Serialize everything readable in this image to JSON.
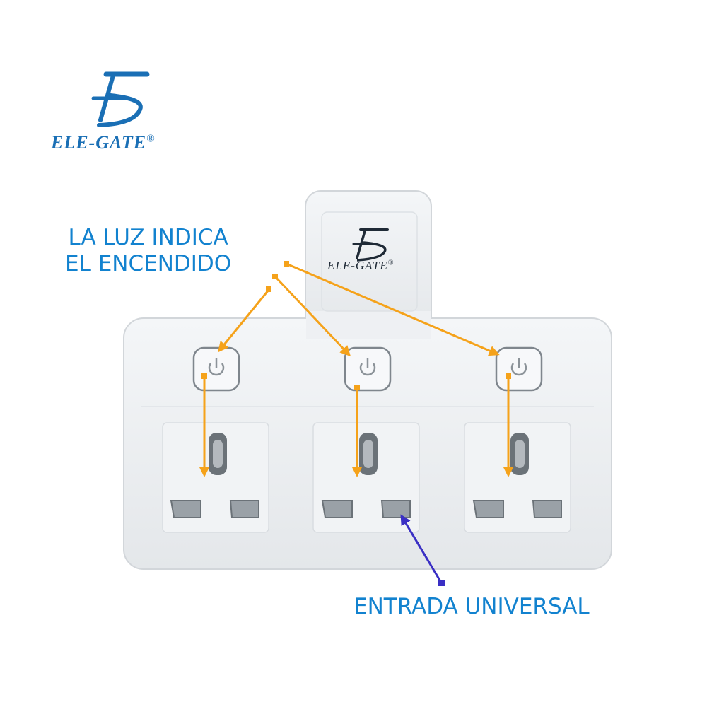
{
  "brand": {
    "name": "ELE-GATE",
    "registered_mark": "®"
  },
  "annotations": {
    "power_light": [
      "LA LUZ INDICA",
      "EL ENCENDIDO"
    ],
    "universal_input": "ENTRADA UNIVERSAL"
  },
  "product": {
    "outlets": 3,
    "switches": 3,
    "plug_label": "ELE-GATE",
    "plug_registered_mark": "®"
  },
  "colors": {
    "accent_text": "#1282cf",
    "brand": "#1a6fb5",
    "arrow_power": "#f5a21a",
    "arrow_input": "#3a2fc4",
    "device_body": "#eef0f3"
  },
  "icons": [
    "elegate-logo-icon",
    "power-icon",
    "outlet-icon",
    "arrow-icon"
  ]
}
